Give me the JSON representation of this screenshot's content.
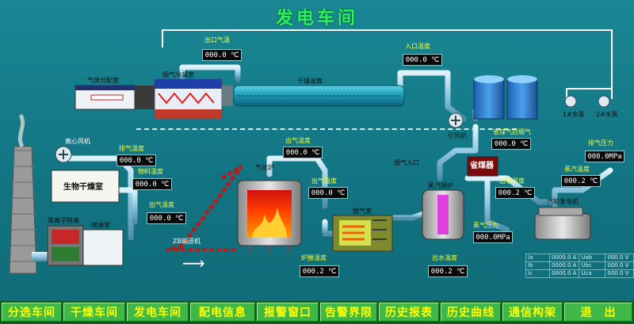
{
  "title": "发电车间",
  "labels": {
    "outlet_temp": "出口气温",
    "inlet_temp": "入口温度",
    "gas_distribution_room": "气体分配室",
    "flue_gas_cooling_room": "烟气冷凝室",
    "drying_drum": "干燥滚筒",
    "centrifugal_fan": "离心风机",
    "exhaust_temp": "排气温度",
    "material_temp": "物料温度",
    "bio_drying_room": "生物干燥室",
    "plasma_deodorizer": "等离子除臭",
    "spray_room": "喷淋室",
    "outlet_temp_1": "出气温度",
    "outlet_temp_2": "出气温度",
    "gasifier": "气化炉",
    "outlet_temp_3": "出气温度",
    "conveyor": "ZB输送机",
    "furnace_temp": "炉膛温度",
    "gas_chamber": "燃气室",
    "flue_inlet": "烟气入口",
    "steam_boiler": "蒸汽锅炉",
    "induced_fan": "引风机",
    "economizer_flue": "省煤气后烟气",
    "economizer": "省煤器",
    "outlet_water_temp": "出水温度",
    "steam_pressure": "蒸气压力",
    "outlet_water_temp_2": "出水温度",
    "steam_temp": "蒸汽温度",
    "exhaust_pressure": "排气压力",
    "turbine_generator": "汽轮发电机",
    "pump_1": "1#水泵",
    "pump_2": "2#水泵"
  },
  "values": {
    "outlet_temp": "000.0 ℃",
    "inlet_temp": "000.0 ℃",
    "exhaust_temp": "000.0 ℃",
    "material_temp": "000.0 ℃",
    "outlet_temp_1": "000.0 ℃",
    "gasifier_outlet": "000.0 ℃",
    "gasifier_side": "000.0 ℃",
    "furnace_temp": "000.2 ℃",
    "economizer_flue": "000.0 ℃",
    "outlet_water": "000.2 ℃",
    "steam_pressure": "000.0MPa",
    "boiler_bottom": "000.2 ℃",
    "steam_temp": "000.2 ℃",
    "exhaust_pressure": "000.0MPa"
  },
  "table": [
    [
      "Ia",
      "0000.0 A",
      "Uab",
      "000.0 V"
    ],
    [
      "Ib",
      "0000.0 A",
      "Ubc",
      "000.0 V"
    ],
    [
      "Ic",
      "0000.0 A",
      "Uca",
      "000.0 V"
    ]
  ],
  "nav": [
    "分选车间",
    "干燥车间",
    "发电车间",
    "配电信息",
    "报警窗口",
    "告警界限",
    "历史报表",
    "历史曲线",
    "通信构架",
    "退　出"
  ],
  "colors": {
    "title": "#2cf05a",
    "nav_bg": "#3fb848",
    "nav_text": "#ffff00",
    "pipe": "#9fd3e6",
    "panel_bg": "#157a86"
  }
}
